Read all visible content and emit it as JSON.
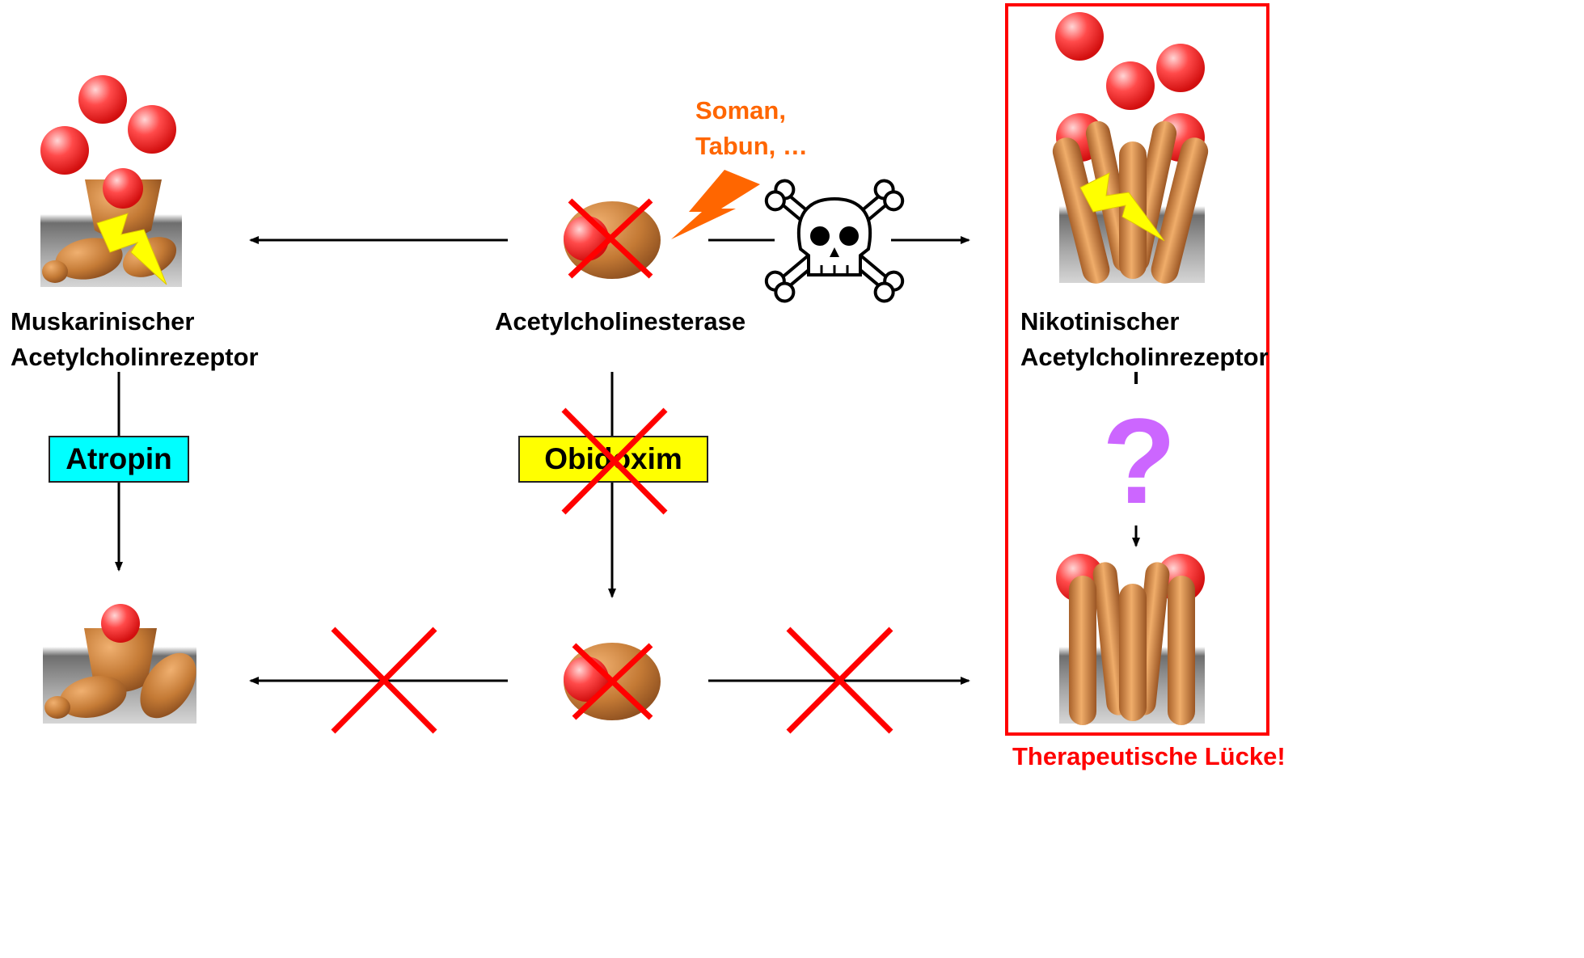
{
  "labels": {
    "muscarinic_line1": "Muskarinischer",
    "muscarinic_line2": "Acetylcholinrezeptor",
    "ache": "Acetylcholinesterase",
    "nicotinic_line1": "Nikotinischer",
    "nicotinic_line2": "Acetylcholinrezeptor",
    "agents_line1": "Soman,",
    "agents_line2": "Tabun, …",
    "question": "?",
    "gap": "Therapeutische Lücke!"
  },
  "drugs": {
    "atropin": "Atropin",
    "obidoxim": "Obidoxim"
  },
  "colors": {
    "atropin_box": "#00ffff",
    "obidoxim_box": "#ffff00",
    "cross": "#ff0000",
    "frame": "#ff0000",
    "agents_text": "#ff6600",
    "question_mark": "#cc66ff",
    "protein": "#c87d3c",
    "molecule": "#ff3a3a",
    "lightning_orange": "#ff6600",
    "lightning_yellow": "#ffff00",
    "membrane": "#8a8a8a"
  }
}
